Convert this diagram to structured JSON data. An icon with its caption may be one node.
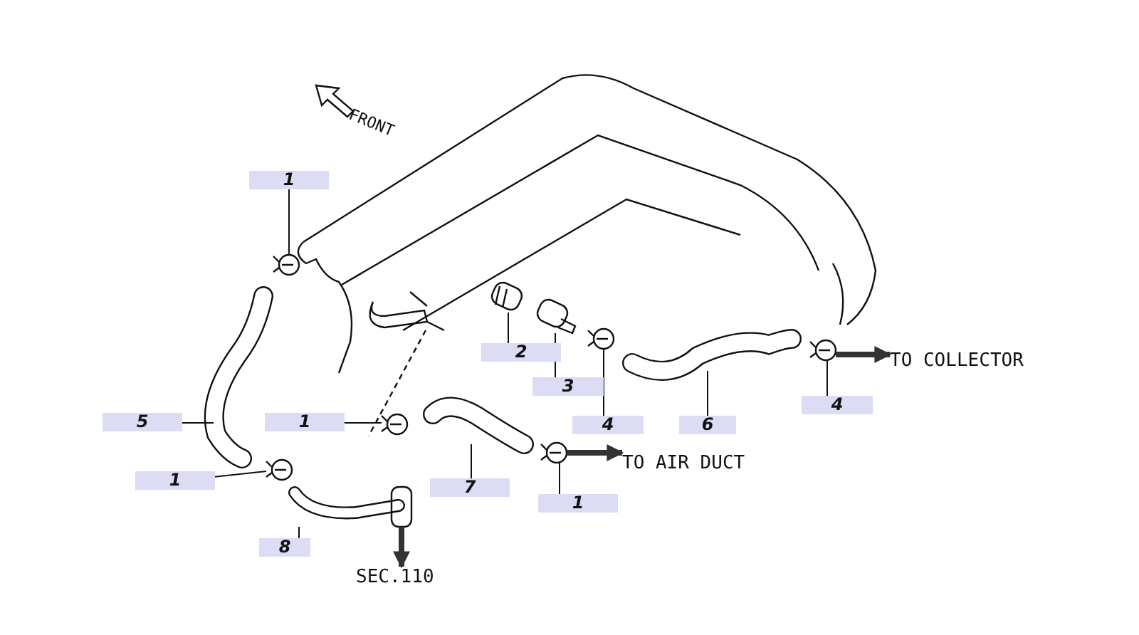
{
  "diagram": {
    "nodes": [
      {
        "text": [
          "1"
        ]
      },
      {
        "text": [],
        "shape": "circle"
      },
      {
        "text": [
          "2"
        ]
      },
      {
        "text": [],
        "shape": "cylinder"
      },
      {
        "text": [
          "3"
        ]
      },
      {
        "text": [],
        "shape": "cylinder"
      },
      {
        "text": [
          "4"
        ]
      },
      {
        "text": [],
        "shape": "circle"
      },
      {
        "text": [
          "6"
        ]
      },
      {
        "text": [],
        "shape": "picture"
      },
      {
        "text": [
          "4"
        ]
      },
      {
        "text": [],
        "shape": "circle"
      },
      {
        "text": [
          "TO COLLECTOR"
        ]
      },
      {
        "text": [
          "5"
        ]
      },
      {
        "text": [],
        "shape": "picture"
      },
      {
        "text": [
          "1"
        ]
      },
      {
        "text": [],
        "shape": "circle"
      },
      {
        "text": [
          "7"
        ]
      },
      {
        "text": [],
        "shape": "picture"
      },
      {
        "text": [
          "1"
        ]
      },
      {
        "text": [],
        "shape": "circle"
      },
      {
        "text": [
          "TO AIR DUCT"
        ]
      },
      {
        "text": [
          "1"
        ]
      },
      {
        "text": [],
        "shape": "circle"
      },
      {
        "text": [
          "8"
        ]
      },
      {
        "text": [],
        "shape": "picture"
      },
      {
        "text": [
          "SEC.110"
        ]
      }
    ],
    "edges": [
      {
        "from": 0,
        "to": 1,
        "arrow": "none"
      },
      {
        "from": 2,
        "to": 3,
        "arrow": "none"
      },
      {
        "from": 4,
        "to": 5,
        "arrow": "none"
      },
      {
        "from": 6,
        "to": 7,
        "arrow": "none"
      },
      {
        "from": 8,
        "to": 9,
        "arrow": "none"
      },
      {
        "from": 10,
        "to": 11,
        "arrow": "none"
      },
      {
        "from": 11,
        "to": 12,
        "arrow": "to",
        "style": "thick"
      },
      {
        "from": 13,
        "to": 14,
        "arrow": "none"
      },
      {
        "from": 15,
        "to": 16,
        "arrow": "none"
      },
      {
        "from": 17,
        "to": 18,
        "arrow": "none"
      },
      {
        "from": 19,
        "to": 20,
        "arrow": "none"
      },
      {
        "from": 20,
        "to": 21,
        "arrow": "to",
        "style": "thick"
      },
      {
        "from": 22,
        "to": 23,
        "arrow": "none"
      },
      {
        "from": 24,
        "to": 25,
        "arrow": "none"
      },
      {
        "from": 25,
        "to": 26,
        "arrow": "to",
        "style": "thick"
      }
    ],
    "labels": [
      "FRONT"
    ]
  }
}
